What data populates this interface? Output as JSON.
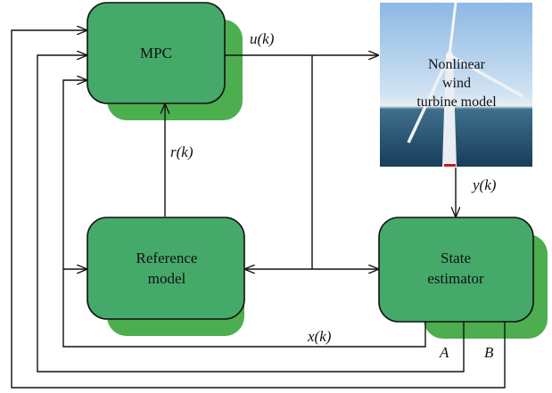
{
  "blocks": {
    "mpc": "MPC",
    "reference_model": [
      "Reference",
      "model"
    ],
    "state_estimator": [
      "State",
      "estimator"
    ],
    "turbine_model": [
      "Nonlinear",
      "wind",
      "turbine model"
    ]
  },
  "signals": {
    "u": "u(k)",
    "y": "y(k)",
    "r": "r(k)",
    "x": "x(k)",
    "a": "A",
    "b": "B"
  },
  "colors": {
    "box_fill": "#45a96a",
    "box_shadow": "#4cae4f",
    "box_stroke": "#111111",
    "sky_top": "#8cb9e4",
    "sea": "#1f4d6b"
  }
}
